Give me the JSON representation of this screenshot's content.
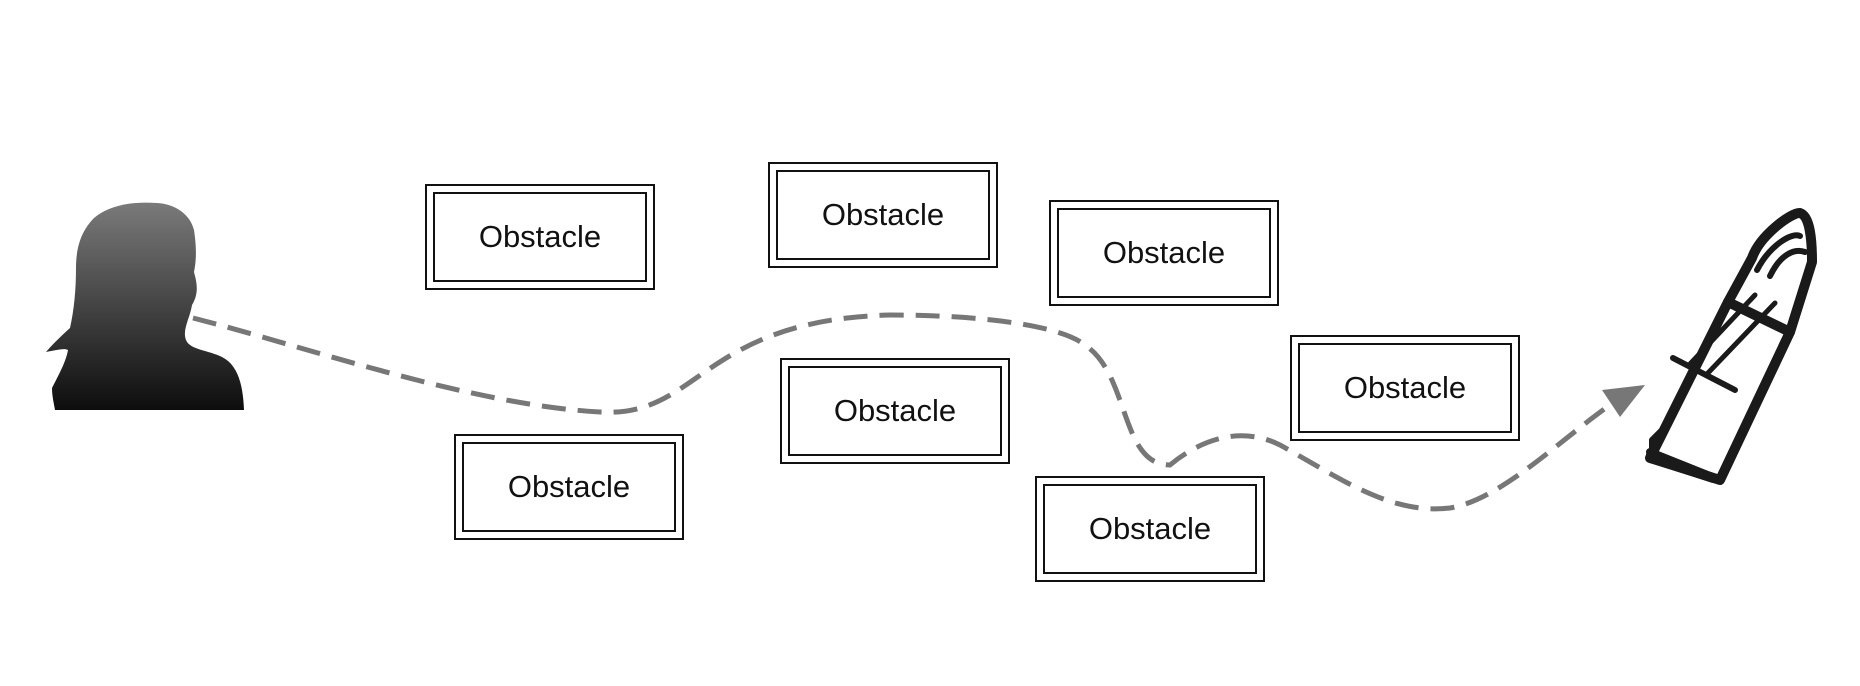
{
  "obstacles": [
    {
      "label": "Obstacle"
    },
    {
      "label": "Obstacle"
    },
    {
      "label": "Obstacle"
    },
    {
      "label": "Obstacle"
    },
    {
      "label": "Obstacle"
    },
    {
      "label": "Obstacle"
    },
    {
      "label": "Obstacle"
    }
  ],
  "icons": {
    "start": "person-silhouette-icon",
    "end": "pencil-icon"
  },
  "colors": {
    "path": "#777777",
    "outline": "#111111",
    "silhouette_light": "#7a7a7a",
    "silhouette_dark": "#0d0d0d",
    "pencil": "#1a1a1a"
  }
}
